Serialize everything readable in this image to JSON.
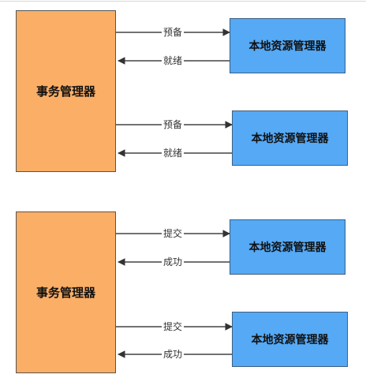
{
  "section1": {
    "transaction_manager": "事务管理器",
    "resource_managers": [
      "本地资源管理器",
      "本地资源管理器"
    ],
    "request_label": "预备",
    "response_label": "就绪"
  },
  "section2": {
    "transaction_manager": "事务管理器",
    "resource_managers": [
      "本地资源管理器",
      "本地资源管理器"
    ],
    "request_label": "提交",
    "response_label": "成功"
  },
  "colors": {
    "transaction_manager": "#FBAE66",
    "resource_manager": "#55A9F5",
    "arrow": "#444444"
  }
}
